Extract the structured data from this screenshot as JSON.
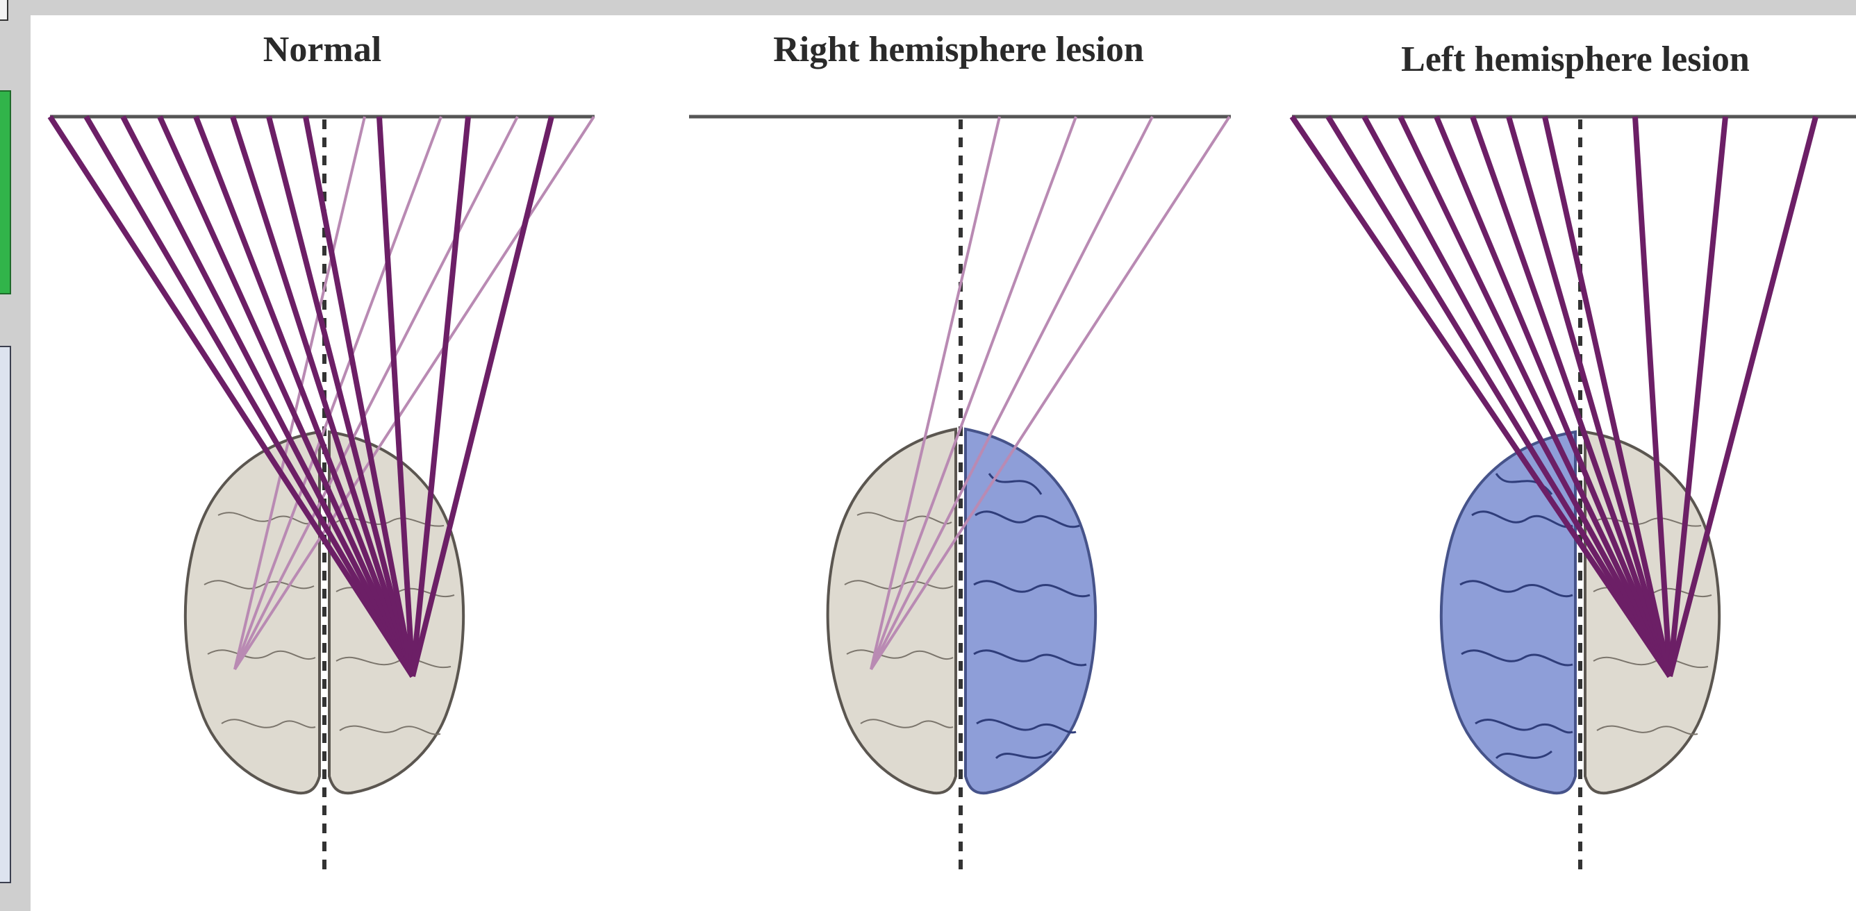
{
  "panels": [
    {
      "title": "Normal"
    },
    {
      "title": "Right hemisphere lesion"
    },
    {
      "title": "Left hemisphere lesion"
    }
  ],
  "colors": {
    "healthy_brain": "#dedad0",
    "lesioned_brain": "#8e9ed8",
    "attention_line": "#6c1f66",
    "weak_line": "#b98ab3",
    "outline": "#5b5650"
  }
}
